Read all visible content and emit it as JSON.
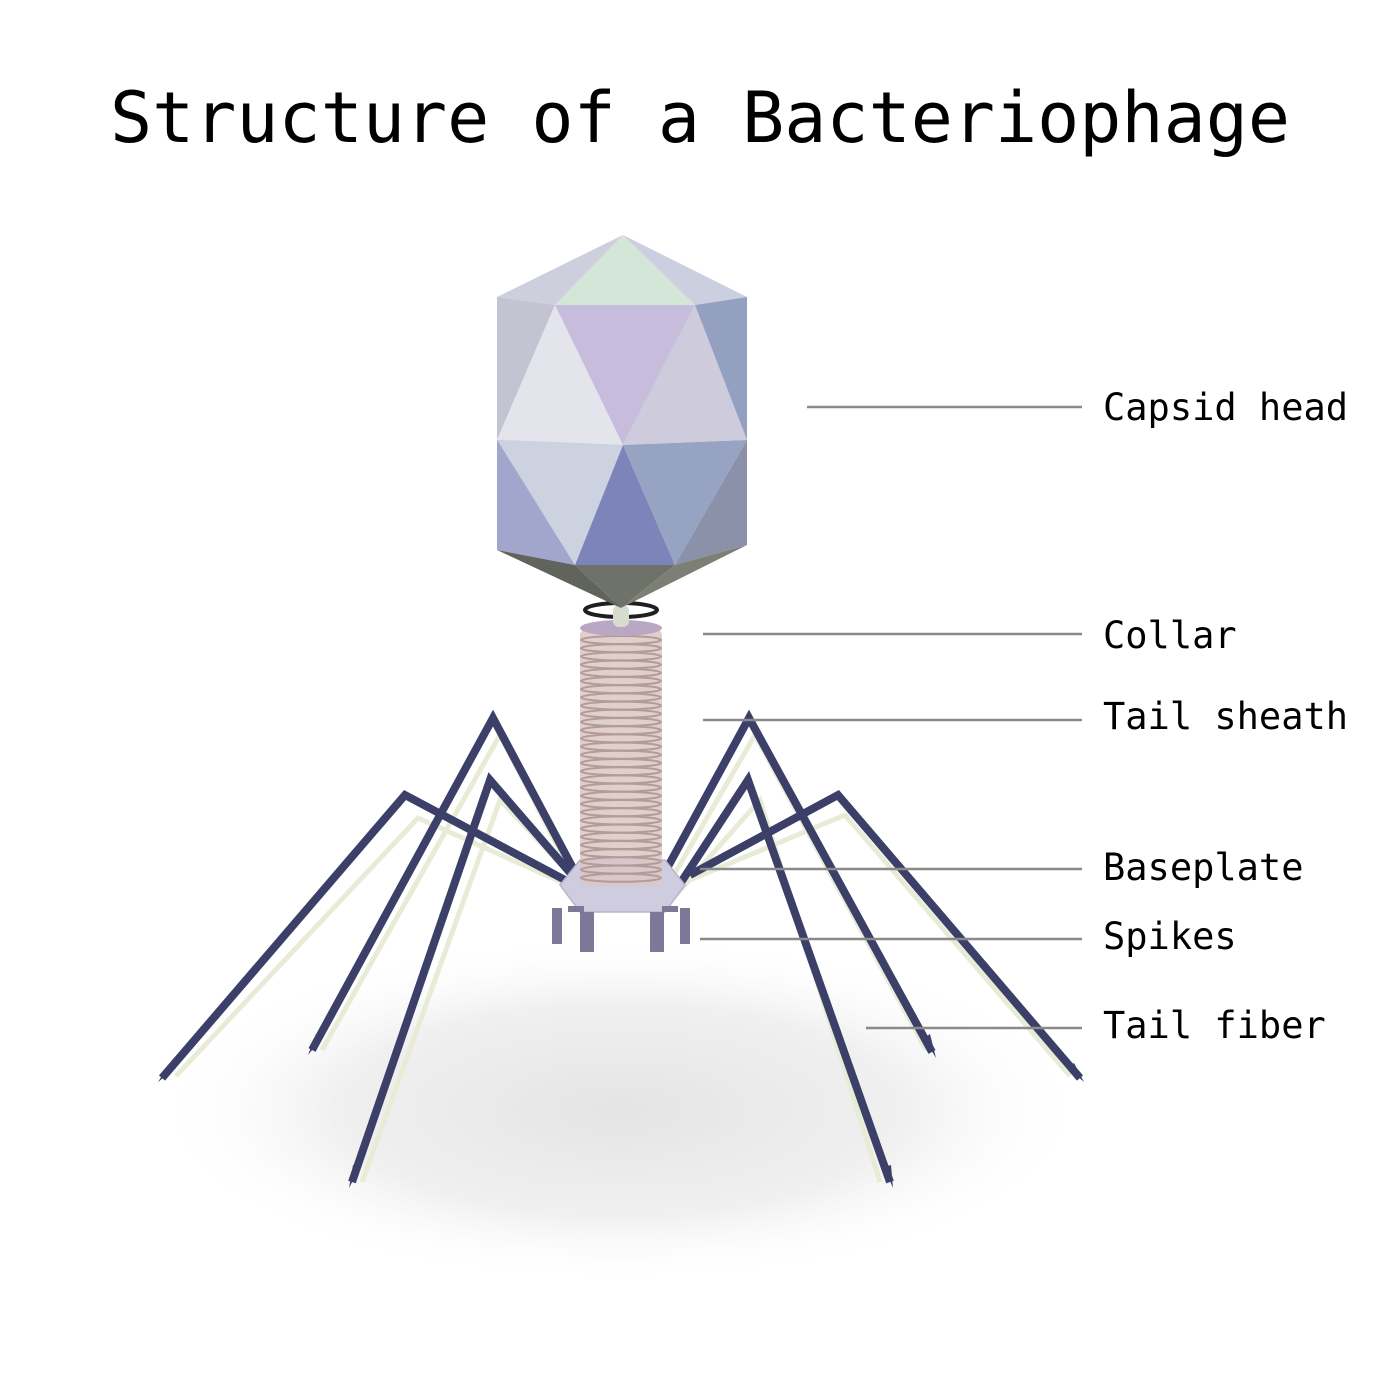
{
  "title": "Structure of a Bacteriophage",
  "labels": {
    "capsid_head": "Capsid head",
    "collar": "Collar",
    "tail_sheath": "Tail sheath",
    "baseplate": "Baseplate",
    "spikes": "Spikes",
    "tail_fiber": "Tail fiber"
  },
  "colors": {
    "background": "#ffffff",
    "leader_line": "#8a8a8a",
    "tail_fiber": "#3c4068",
    "tail_fiber_highlight": "#e8ecd6",
    "sheath": "#d9c7c4",
    "sheath_ring": "#b49a98",
    "baseplate": "#cfcce0",
    "spikes": "#7c7898",
    "collar": "#1f1f1f",
    "capsid_bottom": "#6e7268",
    "shadow": "#e6e6e6"
  }
}
